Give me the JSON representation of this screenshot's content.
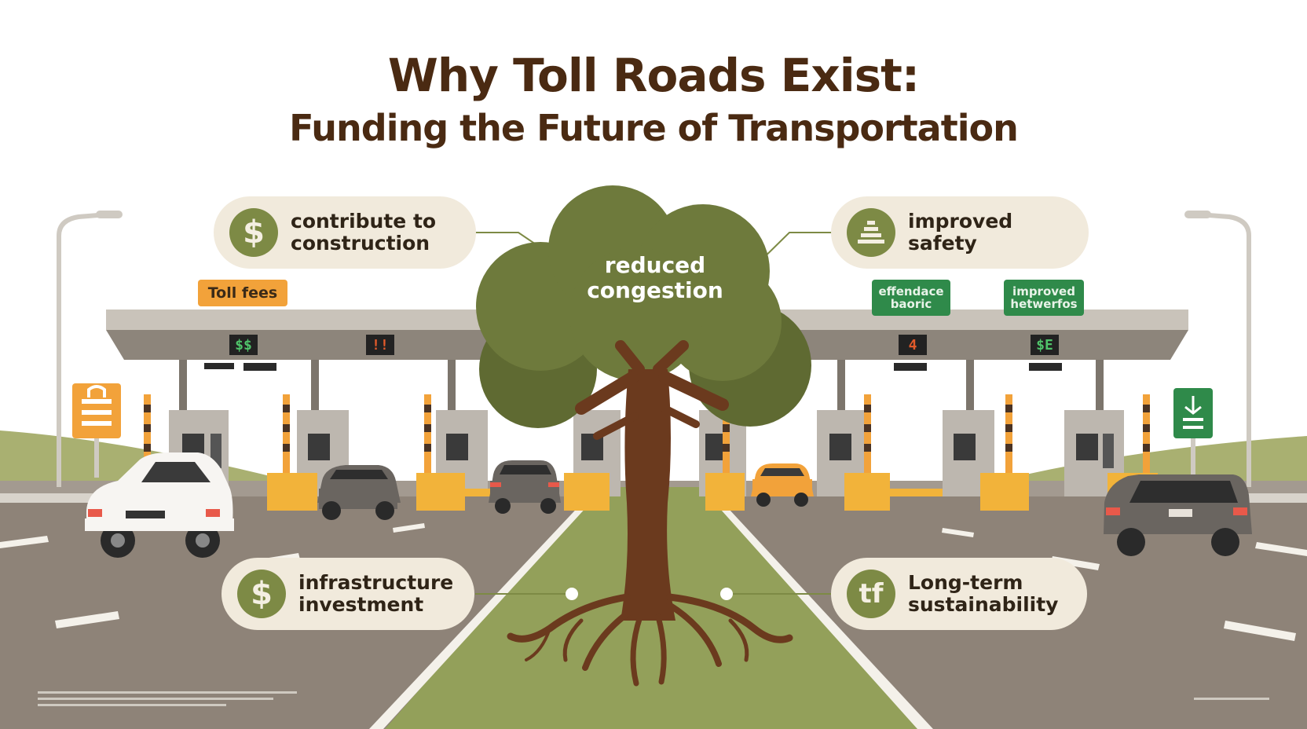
{
  "header": {
    "title": "Why Toll Roads Exist:",
    "subtitle": "Funding the Future of Transportation"
  },
  "colors": {
    "title": "#4a2a12",
    "olive": "#7d8a45",
    "pill_bg": "#f1eadc",
    "tree_canopy": "#6e7a3c",
    "trunk": "#6b3a1e",
    "orange_sign": "#f2a23a",
    "green_sign": "#2f8a4a"
  },
  "callouts": {
    "top_left": {
      "icon": "dollar-icon",
      "icon_text": "$",
      "line1": "contribute to",
      "line2": "construction"
    },
    "top_right": {
      "icon": "safety-stack-icon",
      "icon_text": "",
      "line1": "improved",
      "line2": "safety"
    },
    "center": {
      "line1": "reduced",
      "line2": "congestion"
    },
    "bottom_left": {
      "icon": "dollar-icon",
      "icon_text": "$",
      "line1": "infrastructure",
      "line2": "investment"
    },
    "bottom_right": {
      "icon": "tf-icon",
      "icon_text": "tf",
      "line1": "Long-term",
      "line2": "sustainability"
    }
  },
  "signs": {
    "toll_fees": "Toll fees",
    "green_a": {
      "line1": "effendace",
      "line2": "baoric"
    },
    "green_b": {
      "line1": "improved",
      "line2": "hetwerfos"
    }
  },
  "displays": [
    "$$",
    "!!",
    "4",
    "$E"
  ]
}
